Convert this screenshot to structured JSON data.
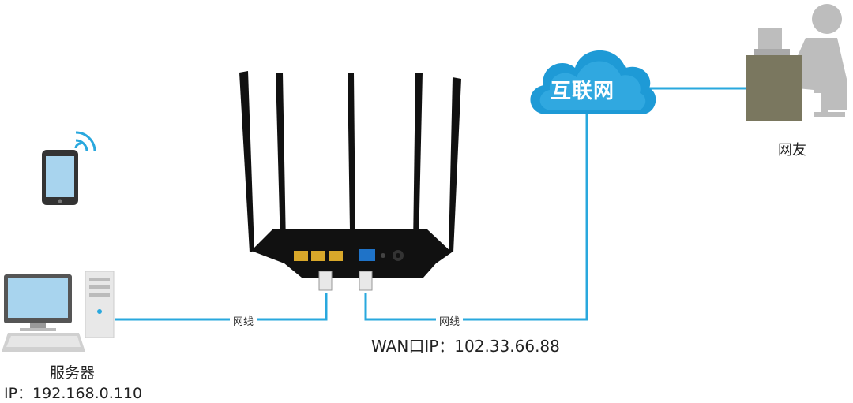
{
  "cloud": {
    "label": "互联网"
  },
  "friend": {
    "label": "网友"
  },
  "server": {
    "label": "服务器",
    "ip": "IP：192.168.0.110"
  },
  "cable_left": {
    "label": "网线"
  },
  "cable_right": {
    "label": "网线"
  },
  "router": {
    "wan_ip": "WAN口IP：102.33.66.88"
  },
  "colors": {
    "cable": "#29a8de",
    "cloud": "#1e9ad6",
    "router": "#111111",
    "lan_port": "#d9a82a",
    "wan_port": "#1f73c8",
    "desk": "#7a775f",
    "person": "#bdbdbd"
  },
  "icons": [
    "cloud-icon",
    "friend-computer-icon",
    "tablet-icon",
    "wifi-icon",
    "server-desktop-icon",
    "router-icon"
  ]
}
